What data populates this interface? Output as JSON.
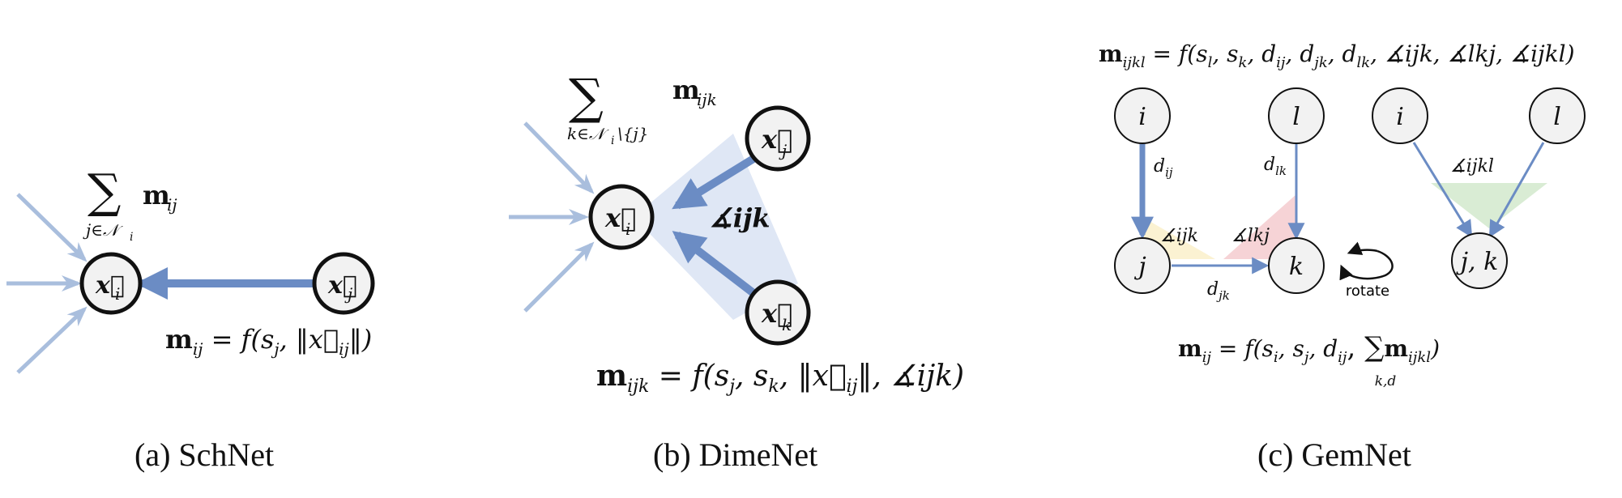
{
  "panels": {
    "schnet": {
      "caption": "(a) SchNet",
      "sum_operator": "∑",
      "sum_term": "m",
      "sum_term_sub": "ij",
      "sum_index": "j∈𝒩",
      "sum_index_sub": "i",
      "node_i": "x⃗",
      "node_i_sub": "i",
      "node_j": "x⃗",
      "node_j_sub": "j",
      "equation_lhs": "m",
      "equation_lhs_sub": "ij",
      "equation_rhs": " = f(s",
      "equation_rhs_sub1": "j",
      "equation_rhs_mid": ", ‖x⃗",
      "equation_rhs_sub2": "ij",
      "equation_rhs_end": "‖)"
    },
    "dimenet": {
      "caption": "(b) DimeNet",
      "sum_operator": "∑",
      "sum_term": "m",
      "sum_term_sub": "ijk",
      "sum_index": "k∈𝒩",
      "sum_index_sub": "i",
      "sum_index_tail": "\\{j}",
      "node_i": "x⃗",
      "node_i_sub": "i",
      "node_j": "x⃗",
      "node_j_sub": "j",
      "node_k": "x⃗",
      "node_k_sub": "k",
      "angle_label": "∡ijk",
      "equation_lhs": "m",
      "equation_lhs_sub": "ijk",
      "equation_rhs": " = f(s",
      "equation_rhs_sub1": "j",
      "equation_rhs_a": ", s",
      "equation_rhs_sub2": "k",
      "equation_rhs_b": ", ‖x⃗",
      "equation_rhs_sub3": "ij",
      "equation_rhs_end": "‖, ∡ijk)"
    },
    "gemnet": {
      "caption": "(c) GemNet",
      "top_equation_lhs": "m",
      "top_equation_lhs_sub": "ijkl",
      "top_equation_rhs": " = f(s",
      "top_equation_sub_l": "l",
      "top_equation_s2": ", s",
      "top_equation_sub_k": "k",
      "top_equation_d1": ", d",
      "top_equation_sub_ij": "ij",
      "top_equation_d2": ", d",
      "top_equation_sub_jk": "jk",
      "top_equation_d3": ", d",
      "top_equation_sub_lk": "lk",
      "top_equation_end": ", ∡ijk, ∡lkj, ∡ijkl)",
      "node_i_left": "i",
      "node_l_left": "l",
      "node_j_left": "j",
      "node_k_left": "k",
      "node_i_right": "i",
      "node_l_right": "l",
      "node_jk_right": "j, k",
      "edge_dij": "d",
      "edge_dij_sub": "ij",
      "edge_dlk": "d",
      "edge_dlk_sub": "lk",
      "edge_djk": "d",
      "edge_djk_sub": "jk",
      "angle_ijk": "∡ijk",
      "angle_lkj": "∡lkj",
      "angle_ijkl": "∡ijkl",
      "rotate_label": "rotate",
      "bottom_equation_lhs": "m",
      "bottom_equation_lhs_sub": "ij",
      "bottom_equation_rhs": " = f(s",
      "bottom_equation_sub_i": "i",
      "bottom_equation_s2": ", s",
      "bottom_equation_sub_j": "j",
      "bottom_equation_d": ", d",
      "bottom_equation_sub_ij": "ij",
      "bottom_equation_sum": ", ∑",
      "bottom_equation_m": "m",
      "bottom_equation_m_sub": "ijkl",
      "bottom_equation_end": ")",
      "bottom_equation_sum_index": "k,d"
    }
  },
  "colors": {
    "arrow_strong": "#6b8cc4",
    "arrow_light": "#a9bedd",
    "shade_blue": "#dfe7f5",
    "shade_yellow": "#fbf2d2",
    "shade_red": "#f6d3d6",
    "shade_green": "#d9ecd4",
    "node_fill": "#f2f2f2"
  }
}
